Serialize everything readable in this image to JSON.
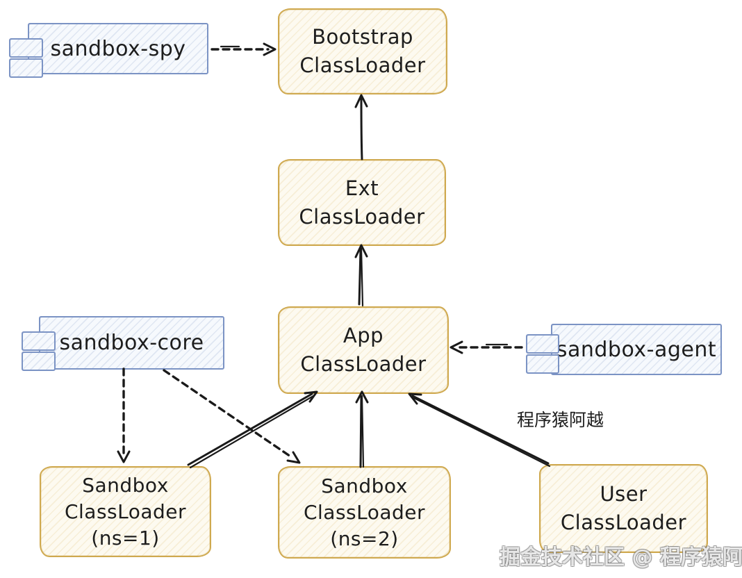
{
  "diagram": {
    "title_hint": "Java sandbox ClassLoader hierarchy diagram",
    "nodes": {
      "bootstrap": {
        "lines": [
          "Bootstrap",
          "ClassLoader"
        ]
      },
      "ext": {
        "lines": [
          "Ext",
          "ClassLoader"
        ]
      },
      "app": {
        "lines": [
          "App",
          "ClassLoader"
        ]
      },
      "sandbox_ns1": {
        "lines": [
          "Sandbox",
          "ClassLoader",
          "(ns=1)"
        ]
      },
      "sandbox_ns2": {
        "lines": [
          "Sandbox",
          "ClassLoader",
          "(ns=2)"
        ]
      },
      "user": {
        "lines": [
          "User",
          "ClassLoader"
        ]
      }
    },
    "components": {
      "spy": {
        "label": "sandbox-spy"
      },
      "core": {
        "label": "sandbox-core"
      },
      "agent": {
        "label": "sandbox-agent"
      }
    },
    "edges": [
      {
        "from": "sandbox-spy",
        "to": "Bootstrap ClassLoader",
        "style": "dashed"
      },
      {
        "from": "Ext ClassLoader",
        "to": "Bootstrap ClassLoader",
        "style": "solid"
      },
      {
        "from": "App ClassLoader",
        "to": "Ext ClassLoader",
        "style": "solid"
      },
      {
        "from": "sandbox-agent",
        "to": "App ClassLoader",
        "style": "dashed"
      },
      {
        "from": "sandbox-core",
        "to": "Sandbox ClassLoader (ns=1)",
        "style": "dashed"
      },
      {
        "from": "sandbox-core",
        "to": "Sandbox ClassLoader (ns=2)",
        "style": "dashed"
      },
      {
        "from": "Sandbox ClassLoader (ns=1)",
        "to": "App ClassLoader",
        "style": "solid"
      },
      {
        "from": "Sandbox ClassLoader (ns=2)",
        "to": "App ClassLoader",
        "style": "solid"
      },
      {
        "from": "User ClassLoader",
        "to": "App ClassLoader",
        "style": "solid"
      }
    ],
    "annotations": {
      "author": "程序猿阿越",
      "watermark": "掘金技术社区 @ 程序猿阿越"
    },
    "colors": {
      "node_border": "#cfa94f",
      "node_fill": "#fdfaf0",
      "component_border": "#7b93c4",
      "component_fill": "#f6f9fd",
      "arrow": "#1a1a1a",
      "text": "#1d1d1d",
      "watermark_text": "#ffffff"
    }
  }
}
